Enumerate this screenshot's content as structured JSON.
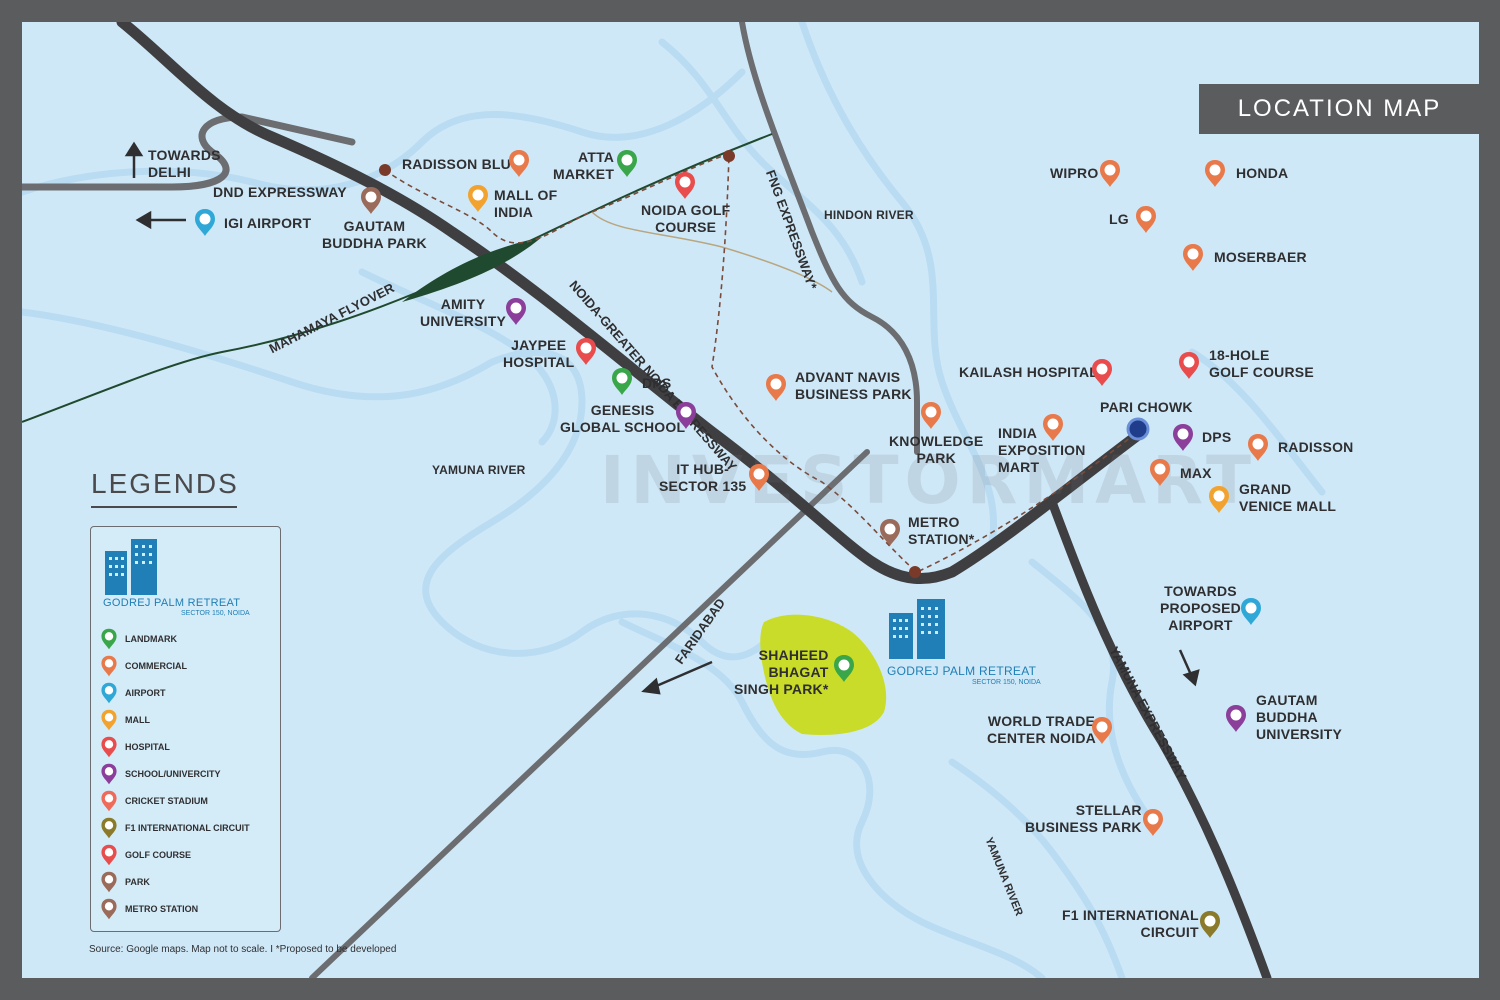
{
  "title": "LOCATION MAP",
  "watermark": "INVESTORMART",
  "colors": {
    "background_frame": "#5b5c5e",
    "water": "#cfe8f7",
    "river": "#b9dcf2",
    "road_dark": "#3f3f42",
    "road_grey": "#6b6d70",
    "flyover": "#1f4a2f",
    "metro_dashed": "#7a4a3a",
    "park_green": "#c9dc2a",
    "brand_blue": "#1f7fb6"
  },
  "places": {
    "towards_delhi": "TOWARDS\nDELHI",
    "dnd_expressway": "DND EXPRESSWAY",
    "igi_airport": "IGI AIRPORT",
    "radisson_blu": "RADISSON BLU",
    "gautam_buddha_park": "GAUTAM\nBUDDHA PARK",
    "atta_market": "ATTA\nMARKET",
    "mall_of_india": "MALL OF\nINDIA",
    "noida_golf_course": "NOIDA GOLF\nCOURSE",
    "hindon_river": "HINDON RIVER",
    "amity_university": "AMITY\nUNIVERSITY",
    "jaypee_hospital": "JAYPEE\nHOSPITAL",
    "dps_1": "DPS",
    "genesis_global_school": "GENESIS\nGLOBAL SCHOOL",
    "yamuna_river_1": "YAMUNA RIVER",
    "advant_navis": "ADVANT NAVIS\nBUSINESS PARK",
    "it_hub": "IT HUB-\nSECTOR 135",
    "knowledge_park": "KNOWLEDGE\nPARK",
    "india_expo_mart": "INDIA\nEXPOSITION\nMART",
    "metro_station": "METRO\nSTATION*",
    "kailash_hospital": "KAILASH HOSPITAL",
    "pari_chowk": "PARI CHOWK",
    "dps_2": "DPS",
    "max": "MAX",
    "radisson": "RADISSON",
    "grand_venice_mall": "GRAND\nVENICE MALL",
    "wipro": "WIPRO",
    "honda": "HONDA",
    "lg": "LG",
    "moserbaer": "MOSERBAER",
    "golf_18_hole": "18-HOLE\nGOLF COURSE",
    "towards_proposed_airport": "TOWARDS\nPROPOSED\nAIRPORT",
    "gautam_buddha_university": "GAUTAM\nBUDDHA\nUNIVERSITY",
    "shaheed_bhagat_singh_park": "SHAHEED\nBHAGAT\nSINGH PARK*",
    "world_trade_center": "WORLD TRADE\nCENTER NOIDA",
    "stellar_business_park": "STELLAR\nBUSINESS PARK",
    "f1_circuit": "F1 INTERNATIONAL\nCIRCUIT",
    "yamuna_river_2": "YAMUNA RIVER"
  },
  "roads": {
    "mahamaya_flyover": "MAHAMAYA FLYOVER",
    "noida_greater_noida_expressway": "NOIDA-GREATER NOIDA EXPRESSWAY",
    "fng_expressway": "FNG EXPRESSWAY*",
    "faridabad": "FARIDABAD",
    "yamuna_expressway": "YAMUNA EXPRESSWAY"
  },
  "project": {
    "name": "GODREJ PALM RETREAT",
    "sector": "SECTOR 150, NOIDA"
  },
  "legend": {
    "title": "LEGENDS",
    "items": [
      {
        "label": "LANDMARK",
        "icon": "landmark-pin",
        "color": "#3aa64a"
      },
      {
        "label": "COMMERCIAL",
        "icon": "commercial-pin",
        "color": "#e8794a"
      },
      {
        "label": "AIRPORT",
        "icon": "airport-pin",
        "color": "#2fa8d8"
      },
      {
        "label": "MALL",
        "icon": "mall-pin",
        "color": "#f2a32f"
      },
      {
        "label": "HOSPITAL",
        "icon": "hospital-pin",
        "color": "#e84c4c"
      },
      {
        "label": "SCHOOL/UNIVERCITY",
        "icon": "school-pin",
        "color": "#8b3f9a"
      },
      {
        "label": "CRICKET STADIUM",
        "icon": "cricket-pin",
        "color": "#f06a5a"
      },
      {
        "label": "F1 INTERNATIONAL CIRCUIT",
        "icon": "f1-pin",
        "color": "#8a7a2a"
      },
      {
        "label": "GOLF COURSE",
        "icon": "golf-pin",
        "color": "#e84c4c"
      },
      {
        "label": "PARK",
        "icon": "park-pin",
        "color": "#9a6a5a"
      },
      {
        "label": "METRO STATION",
        "icon": "metro-pin",
        "color": "#9a6a5a"
      }
    ]
  },
  "source": "Source: Google maps. Map not to scale.  I  *Proposed to be developed"
}
